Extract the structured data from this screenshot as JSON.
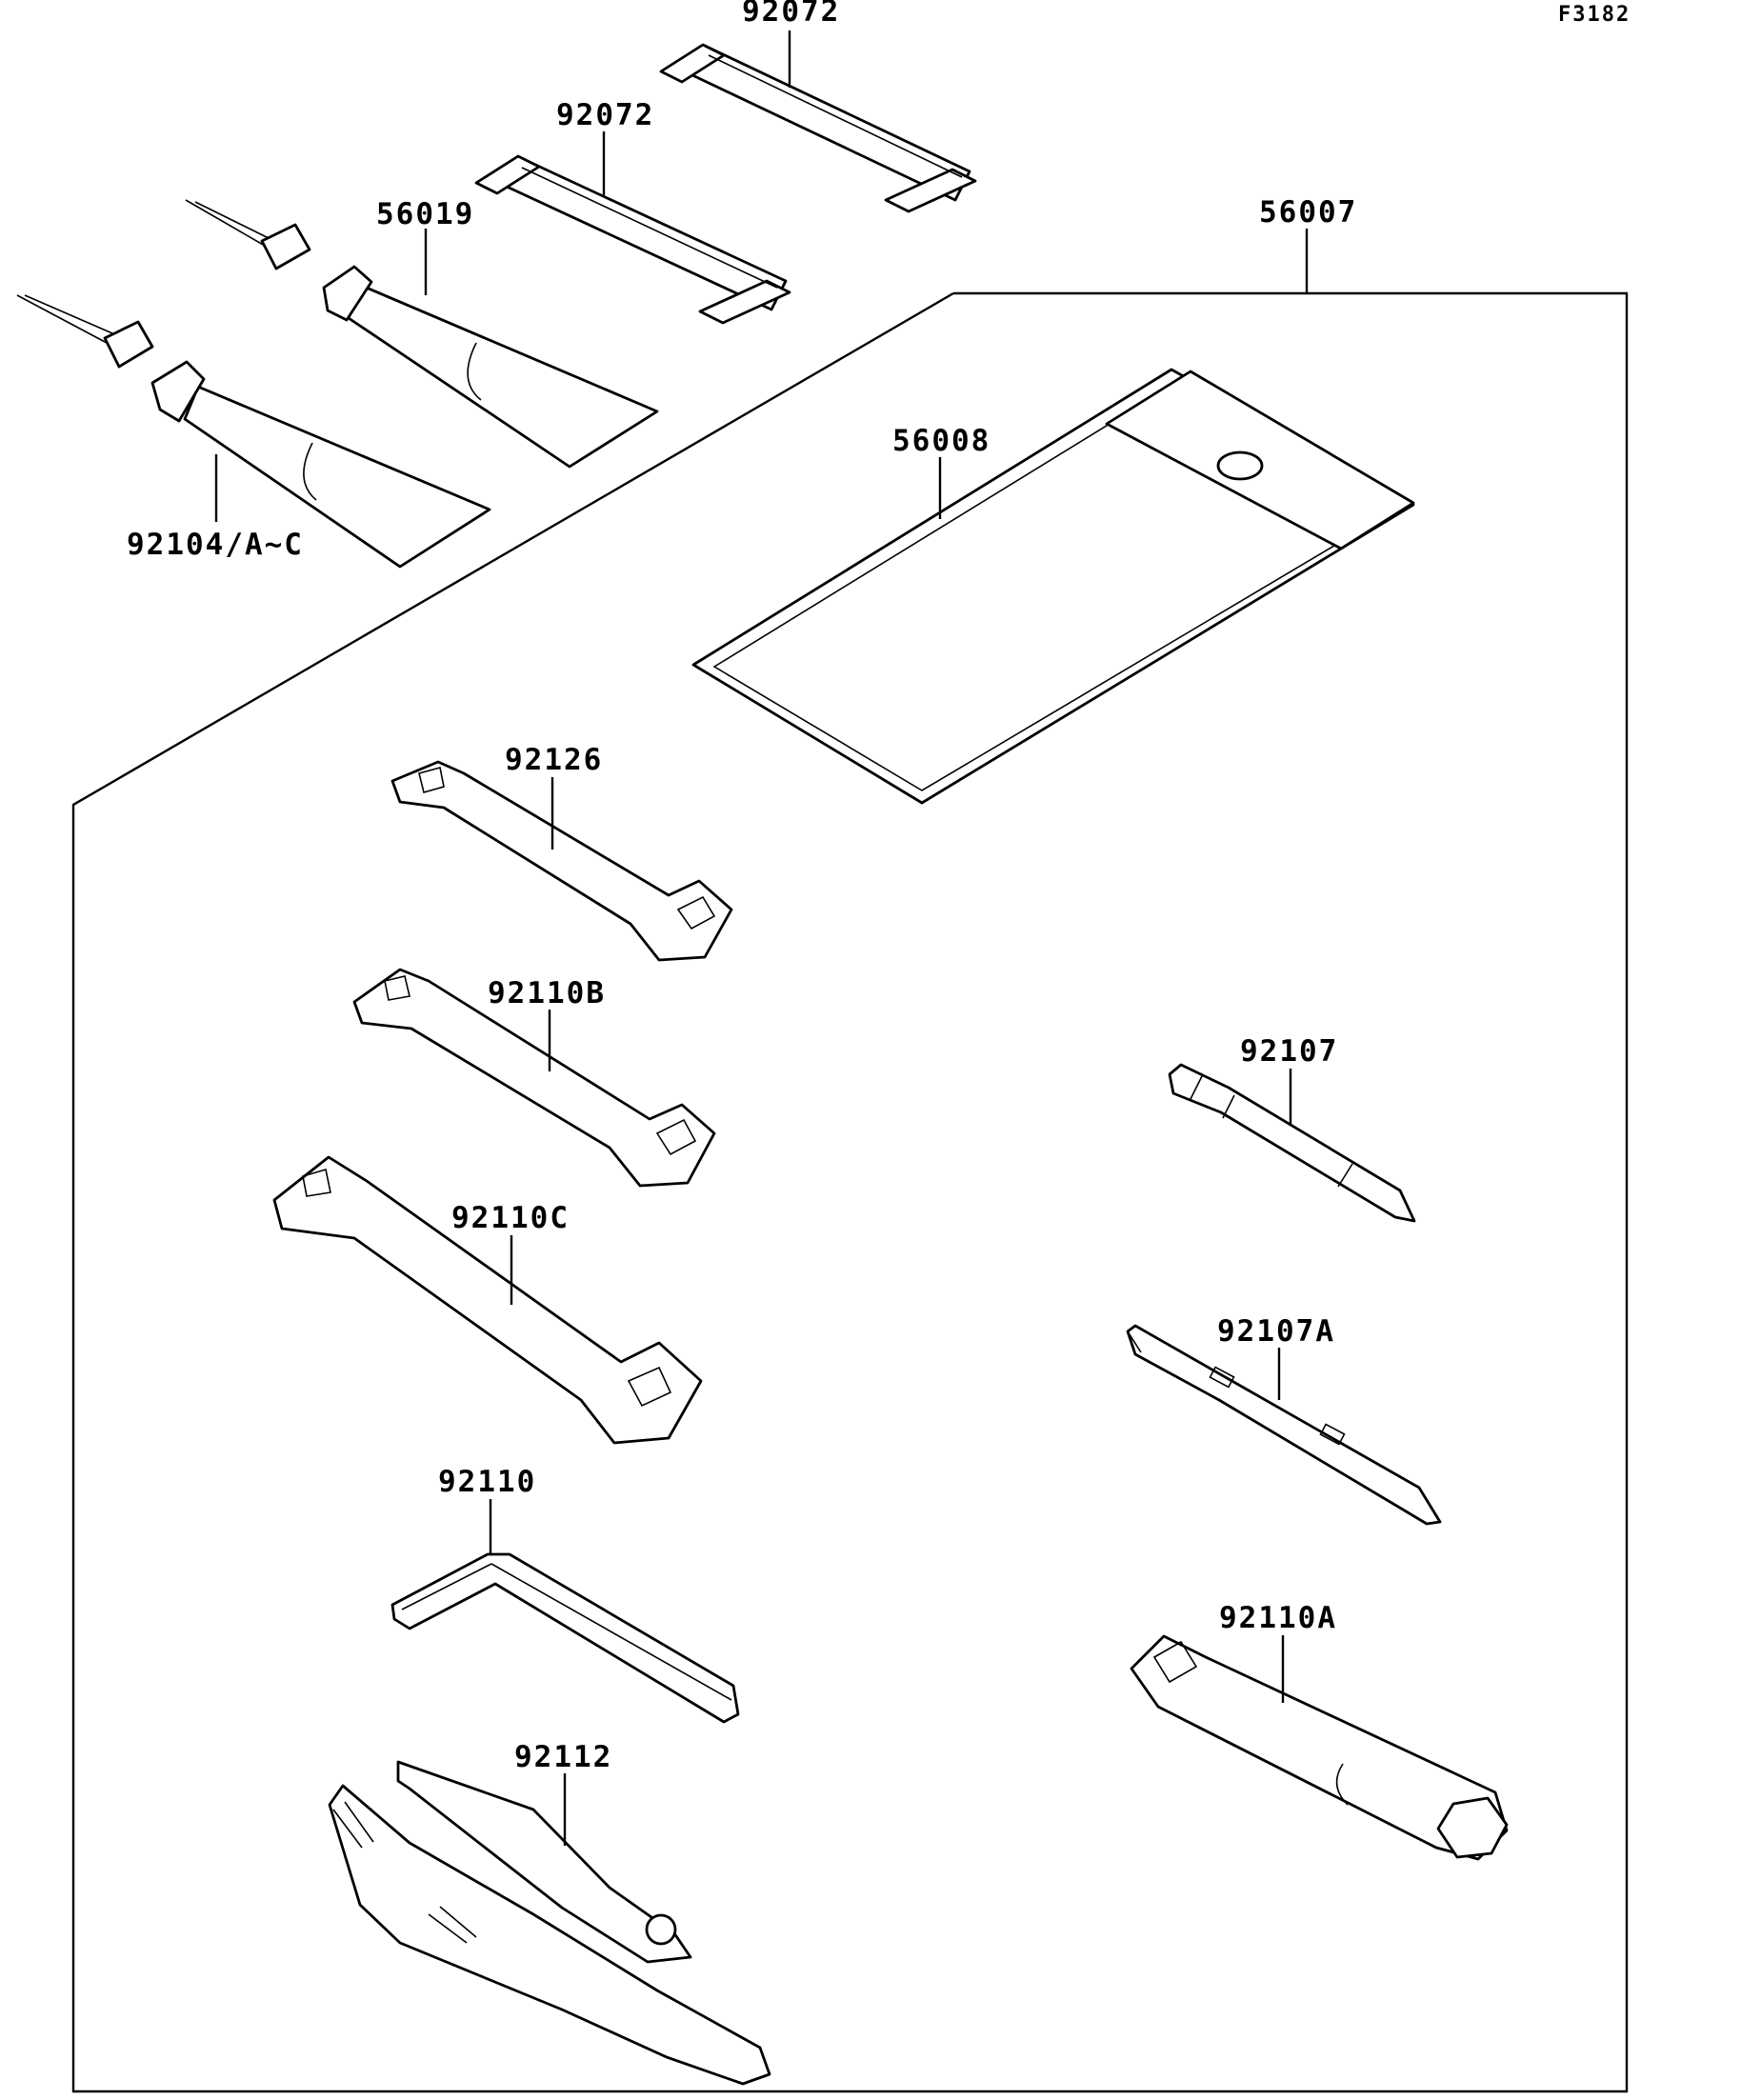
{
  "figure_code": "F3182",
  "parts": [
    {
      "id": "92072_top",
      "label": "92072"
    },
    {
      "id": "92072_mid",
      "label": "92072"
    },
    {
      "id": "56019",
      "label": "56019"
    },
    {
      "id": "56007",
      "label": "56007"
    },
    {
      "id": "56008",
      "label": "56008"
    },
    {
      "id": "92104",
      "label": "92104/A~C"
    },
    {
      "id": "92126",
      "label": "92126"
    },
    {
      "id": "92110B",
      "label": "92110B"
    },
    {
      "id": "92107",
      "label": "92107"
    },
    {
      "id": "92110C",
      "label": "92110C"
    },
    {
      "id": "92107A",
      "label": "92107A"
    },
    {
      "id": "92110",
      "label": "92110"
    },
    {
      "id": "92110A",
      "label": "92110A"
    },
    {
      "id": "92112",
      "label": "92112"
    }
  ]
}
